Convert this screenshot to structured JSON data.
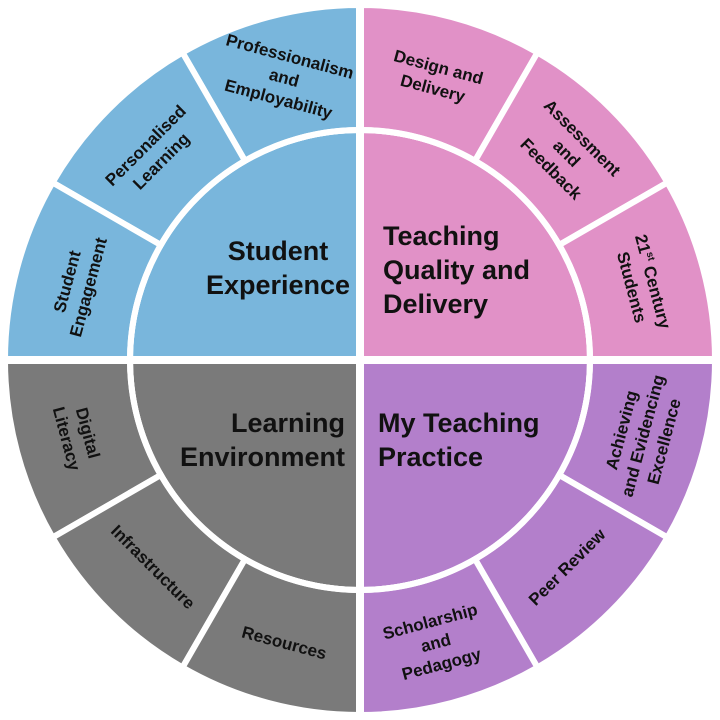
{
  "colors": {
    "student": "#79b6dc",
    "teaching": "#e191c7",
    "learning": "#7a7a7a",
    "practice": "#b37fcb",
    "outline": "#9aa0a6"
  },
  "quadrants": [
    {
      "key": "student",
      "color_key": "student",
      "title": [
        "Student",
        "Experience"
      ],
      "segments": [
        {
          "lines": [
            "Professionalism",
            "and",
            "Employability"
          ]
        },
        {
          "lines": [
            "Personalised",
            "Learning"
          ]
        },
        {
          "lines": [
            "Student",
            "Engagement"
          ]
        }
      ]
    },
    {
      "key": "teaching",
      "color_key": "teaching",
      "title": [
        "Teaching",
        "Quality and",
        "Delivery"
      ],
      "segments": [
        {
          "lines": [
            "Design and",
            "Delivery"
          ]
        },
        {
          "lines": [
            "Assessment",
            "and",
            "Feedback"
          ]
        },
        {
          "lines": [
            "21",
            "Students"
          ],
          "sup": "st",
          "first_line_suffix": " Century"
        }
      ]
    },
    {
      "key": "learning",
      "color_key": "learning",
      "title": [
        "Learning",
        "Environment"
      ],
      "segments": [
        {
          "lines": [
            "Digital",
            "Literacy"
          ]
        },
        {
          "lines": [
            "Infrastructure"
          ]
        },
        {
          "lines": [
            "Resources"
          ]
        }
      ]
    },
    {
      "key": "practice",
      "color_key": "practice",
      "title": [
        "My Teaching",
        "Practice"
      ],
      "segments": [
        {
          "lines": [
            "Achieving",
            "and Evidencing",
            "Excellence"
          ]
        },
        {
          "lines": [
            "Peer Review"
          ]
        },
        {
          "lines": [
            "Scholarship",
            "and",
            "Pedagogy"
          ]
        }
      ]
    }
  ]
}
